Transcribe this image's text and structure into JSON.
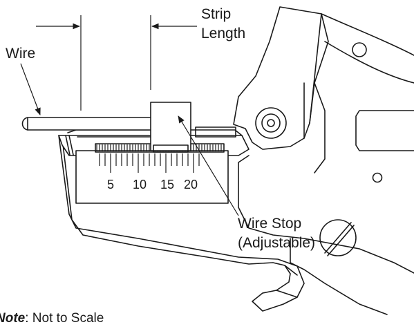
{
  "labels": {
    "wire": "Wire",
    "strip_length_line1": "Strip",
    "strip_length_line2": "Length",
    "wire_stop_line1": "Wire Stop",
    "wire_stop_line2": "(Adjustable)"
  },
  "scale": {
    "marks": [
      "5",
      "10",
      "15",
      "20"
    ]
  },
  "note": {
    "label": "Note",
    "separator": ":",
    "text": " Not to Scale"
  }
}
